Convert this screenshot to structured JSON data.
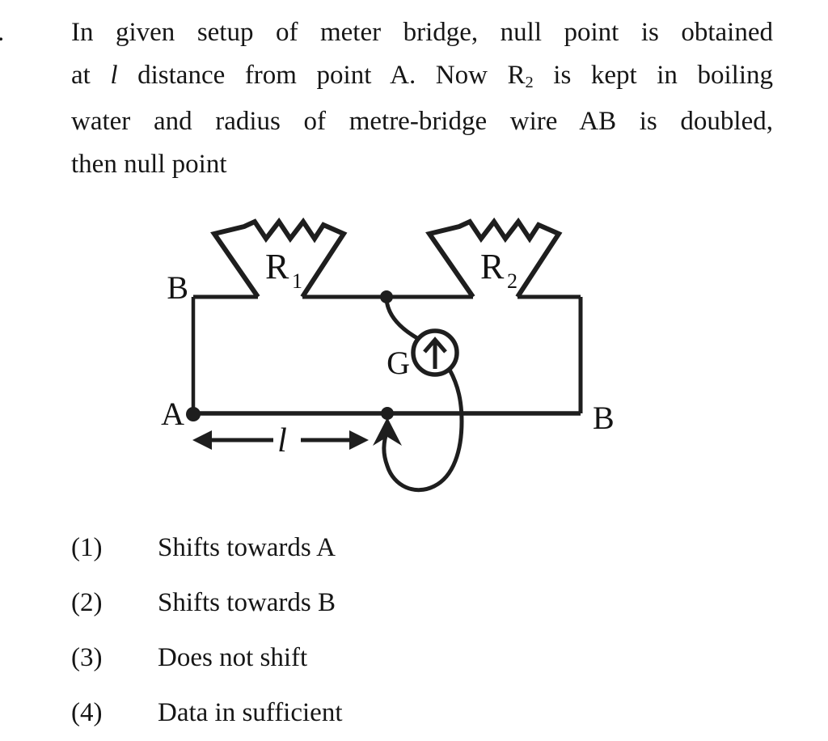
{
  "question": {
    "number_fragment": ".",
    "lines": {
      "l1": "In given setup of meter bridge, null point is obtained",
      "l2": [
        "at ",
        "l",
        " distance from point A. Now R",
        "2",
        " is kept in boiling"
      ],
      "l3": "water and radius of metre-bridge wire AB is doubled,",
      "l4": "then null point"
    }
  },
  "diagram": {
    "labels": {
      "terminal_top_left": "B",
      "terminal_bottom_left": "A",
      "terminal_bottom_right": "B",
      "resistor1_symbol": "R",
      "resistor1_sub": "1",
      "resistor2_symbol": "R",
      "resistor2_sub": "2",
      "galvanometer": "G",
      "length_label": "l"
    },
    "colors": {
      "line": "#1e1e1e",
      "text": "#141414",
      "background": "#ffffff"
    }
  },
  "options": [
    {
      "number": "(1)",
      "label": "Shifts towards A"
    },
    {
      "number": "(2)",
      "label": "Shifts towards B"
    },
    {
      "number": "(3)",
      "label": "Does not shift"
    },
    {
      "number": "(4)",
      "label": "Data in sufficient"
    }
  ]
}
